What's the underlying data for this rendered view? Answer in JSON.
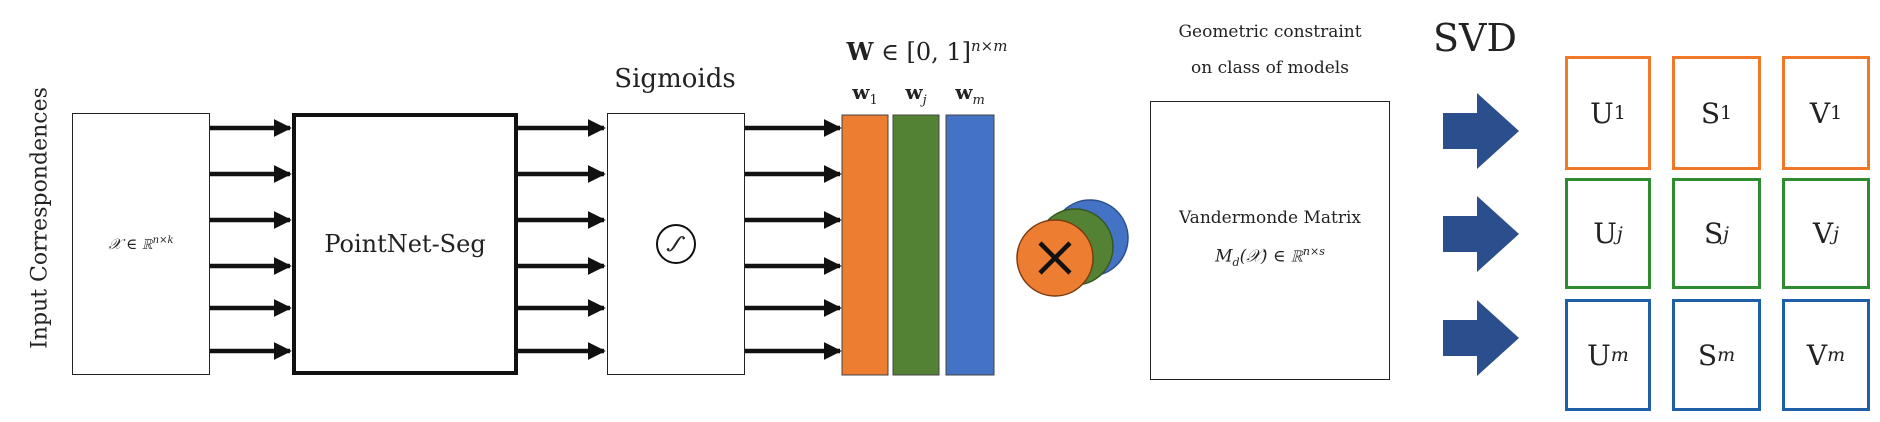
{
  "input_label": "Input Correspondences",
  "input_box": {
    "prefix": "𝒳 ∈ ℝ",
    "sup": "n×k"
  },
  "pointnet_label": "PointNet-Seg",
  "sigmoids_title": "Sigmoids",
  "sigmoid_symbol": "∫",
  "weights_title": {
    "bold": "W",
    "rest": " ∈ [0, 1]",
    "sup": "n×m"
  },
  "weight_columns": [
    {
      "letter": "w",
      "sub": "1",
      "color": "#ed7d31"
    },
    {
      "letter": "w",
      "sub": "j",
      "color": "#548235"
    },
    {
      "letter": "w",
      "sub": "m",
      "color": "#4472c4"
    }
  ],
  "multiply_symbol": "×",
  "constraint_title": [
    "Geometric constraint",
    "on class of models"
  ],
  "vandermonde": {
    "line1": "Vandermonde Matrix",
    "lhs": "M",
    "lhs_sub": "d",
    "mid": "(𝒳) ∈ ℝ",
    "sup": "n×s"
  },
  "svd_label": "SVD",
  "svd_rows": [
    {
      "color": "#f07828",
      "cells": [
        {
          "letter": "U",
          "sub": "1"
        },
        {
          "letter": "S",
          "sub": "1"
        },
        {
          "letter": "V",
          "sub": "1"
        }
      ]
    },
    {
      "color": "#2f8b2f",
      "cells": [
        {
          "letter": "U",
          "sub": "j"
        },
        {
          "letter": "S",
          "sub": "j"
        },
        {
          "letter": "V",
          "sub": "j"
        }
      ]
    },
    {
      "color": "#1f5fa8",
      "cells": [
        {
          "letter": "U",
          "sub": "m"
        },
        {
          "letter": "S",
          "sub": "m"
        },
        {
          "letter": "V",
          "sub": "m"
        }
      ]
    }
  ],
  "colors": {
    "arrow_blue": "#2b4f8c",
    "circle_orange": "#ed7d31",
    "circle_green": "#548235",
    "circle_blue": "#4472c4"
  }
}
